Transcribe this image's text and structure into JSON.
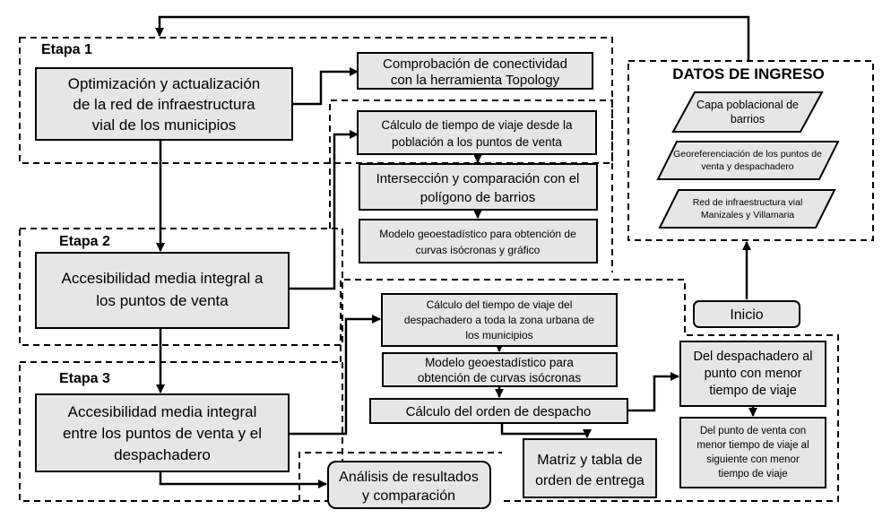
{
  "stages": {
    "etapa1": "Etapa 1",
    "etapa2": "Etapa 2",
    "etapa3": "Etapa 3"
  },
  "datos_ingreso": {
    "title": "DATOS DE INGRESO",
    "items": [
      [
        "Capa poblacional de",
        "barrios"
      ],
      [
        "Georeferenciación de los puntos de",
        "venta y despachadero"
      ],
      [
        "Red de infraestructura vial",
        "Manizales y Villamaria"
      ]
    ]
  },
  "inicio": "Inicio",
  "etapa1_box": [
    "Optimización y actualización",
    "de la red de infraestructura",
    "vial de los municipios"
  ],
  "comprobacion": [
    "Comprobación de conectividad",
    "con la herramienta Topology"
  ],
  "calculo_tiempo": [
    "Cálculo de tiempo de viaje desde la",
    "población a los puntos de venta"
  ],
  "interseccion": [
    "Intersección y comparación con el",
    "polígono de barrios"
  ],
  "modelo1": [
    "Modelo geoestadístico para obtención de",
    "curvas isócronas y gráfico"
  ],
  "etapa2_box": [
    "Accesibilidad media integral a",
    "los puntos de venta"
  ],
  "calculo_despachadero": [
    "Cálculo del tiempo de viaje del",
    "despachadero a toda la zona urbana de",
    "los municipios"
  ],
  "modelo2": [
    "Modelo geoestadístico para",
    "obtención de curvas isócronas"
  ],
  "orden_despacho": "Cálculo del orden de despacho",
  "del_despachadero": [
    "Del despachadero al",
    "punto con menor",
    "tiempo de viaje"
  ],
  "del_punto": [
    "Del punto de venta con",
    "menor tiempo de viaje al",
    "siguiente con menor",
    "tiempo de viaje"
  ],
  "matriz": [
    "Matriz y tabla de",
    "orden de entrega"
  ],
  "etapa3_box": [
    "Accesibilidad media integral",
    "entre los puntos de venta y el",
    "despachadero"
  ],
  "analisis": [
    "Análisis de resultados",
    "y comparación"
  ]
}
